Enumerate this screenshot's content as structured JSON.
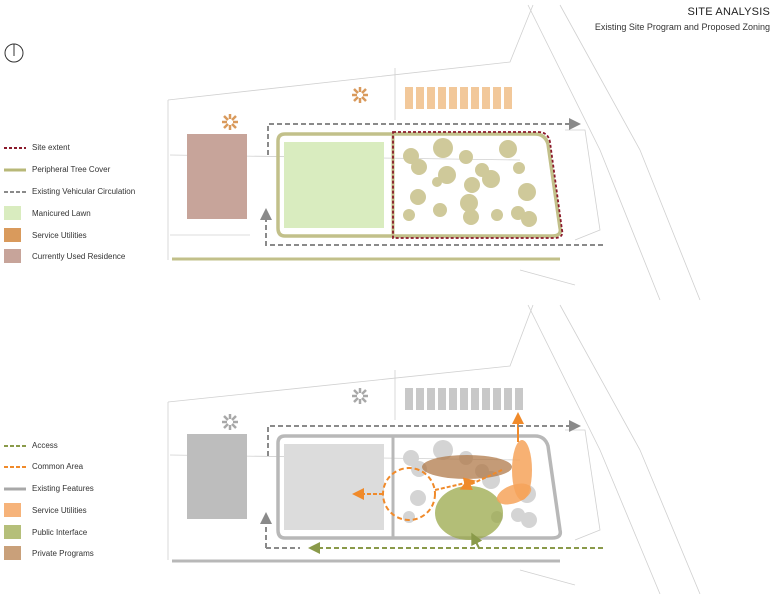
{
  "header": {
    "title": "SITE ANALYSIS",
    "subtitle": "Existing Site  Program and Proposed Zoning"
  },
  "legend_top": [
    {
      "label": "Site extent",
      "kind": "dash-line",
      "color": "#8b1a2b"
    },
    {
      "label": "Peripheral Tree Cover",
      "kind": "line",
      "color": "#b8b878"
    },
    {
      "label": "Existing Vehicular Circulation",
      "kind": "dash-line",
      "color": "#8a8a8a"
    },
    {
      "label": "Manicured Lawn",
      "kind": "box",
      "color": "#d9ecbf"
    },
    {
      "label": "Service Utilities",
      "kind": "box",
      "color": "#d99a5c"
    },
    {
      "label": "Currently Used Residence",
      "kind": "box",
      "color": "#c7a49a"
    }
  ],
  "legend_bottom": [
    {
      "label": "Access",
      "kind": "dash-line",
      "color": "#8a9a4a"
    },
    {
      "label": "Common Area",
      "kind": "dash-line",
      "color": "#f08a2a"
    },
    {
      "label": "Existing Features",
      "kind": "line",
      "color": "#a8a8a8"
    },
    {
      "label": "Service Utilities",
      "kind": "box",
      "color": "#f6b37a"
    },
    {
      "label": "Public Interface",
      "kind": "box",
      "color": "#b5bf7a"
    },
    {
      "label": "Private Programs",
      "kind": "box",
      "color": "#c9a07a"
    }
  ],
  "colors": {
    "site_extent": "#8b1a2b",
    "tree_cover": "#b8b878",
    "circulation": "#8a8a8a",
    "lawn": "#d9ecbf",
    "service": "#d99a5c",
    "residence": "#c7a49a",
    "tree_fill": "#cfc99a",
    "grey_feature": "#c8c8c8",
    "common_area": "#f08a2a",
    "public_interface": "#9aa84a",
    "private_program": "#b07a4a",
    "service_zone": "#f6a35a",
    "access": "#8a9a4a"
  },
  "icons": {
    "north_arrow": "north-arrow-icon"
  }
}
